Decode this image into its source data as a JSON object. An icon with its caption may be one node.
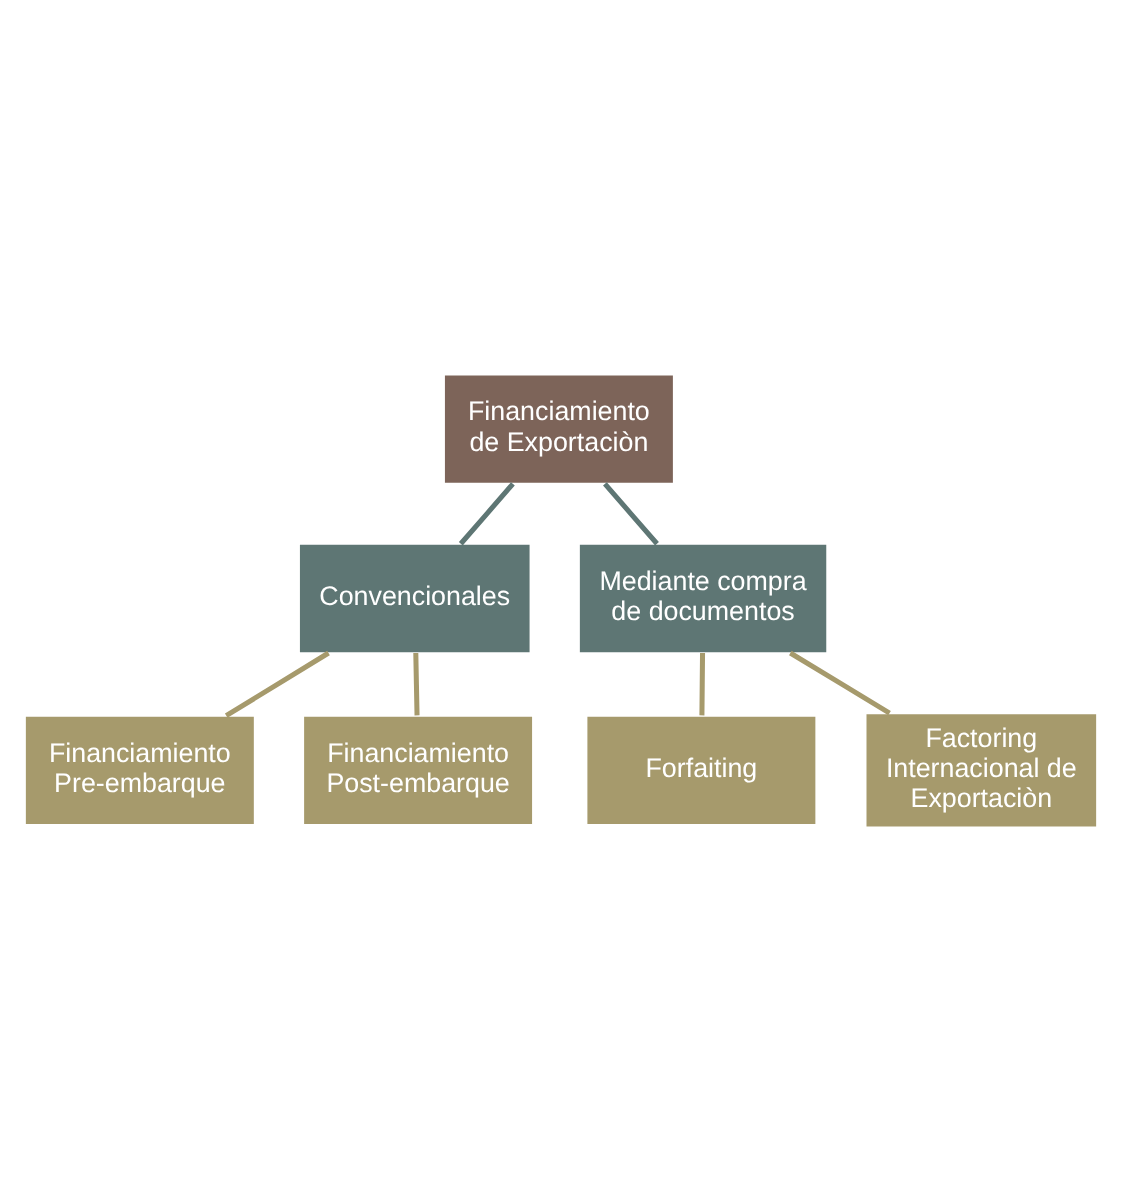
{
  "diagram": {
    "nodes": [
      {
        "text": [
          "Financiamiento de Exportaciòn"
        ]
      },
      {
        "text": [
          "Convencionales"
        ]
      },
      {
        "text": [
          "Mediante compra de documentos"
        ]
      },
      {
        "text": [
          "Financiamiento Pre-embarque"
        ]
      },
      {
        "text": [
          "Financiamiento Post-embarque"
        ]
      },
      {
        "text": [
          "Forfaiting"
        ]
      },
      {
        "text": [
          "Factoring Internacional de Exportaciòn"
        ]
      }
    ],
    "edges": [
      {
        "from": 0,
        "to": 1,
        "arrow": "none",
        "color": "#5e7674"
      },
      {
        "from": 0,
        "to": 2,
        "arrow": "none",
        "color": "#5e7674"
      },
      {
        "from": 1,
        "to": 3,
        "arrow": "none",
        "color": "#a69a6c"
      },
      {
        "from": 1,
        "to": 4,
        "arrow": "none",
        "color": "#a69a6c"
      },
      {
        "from": 2,
        "to": 5,
        "arrow": "none",
        "color": "#a69a6c"
      },
      {
        "from": 2,
        "to": 6,
        "arrow": "none",
        "color": "#a69a6c"
      }
    ]
  }
}
